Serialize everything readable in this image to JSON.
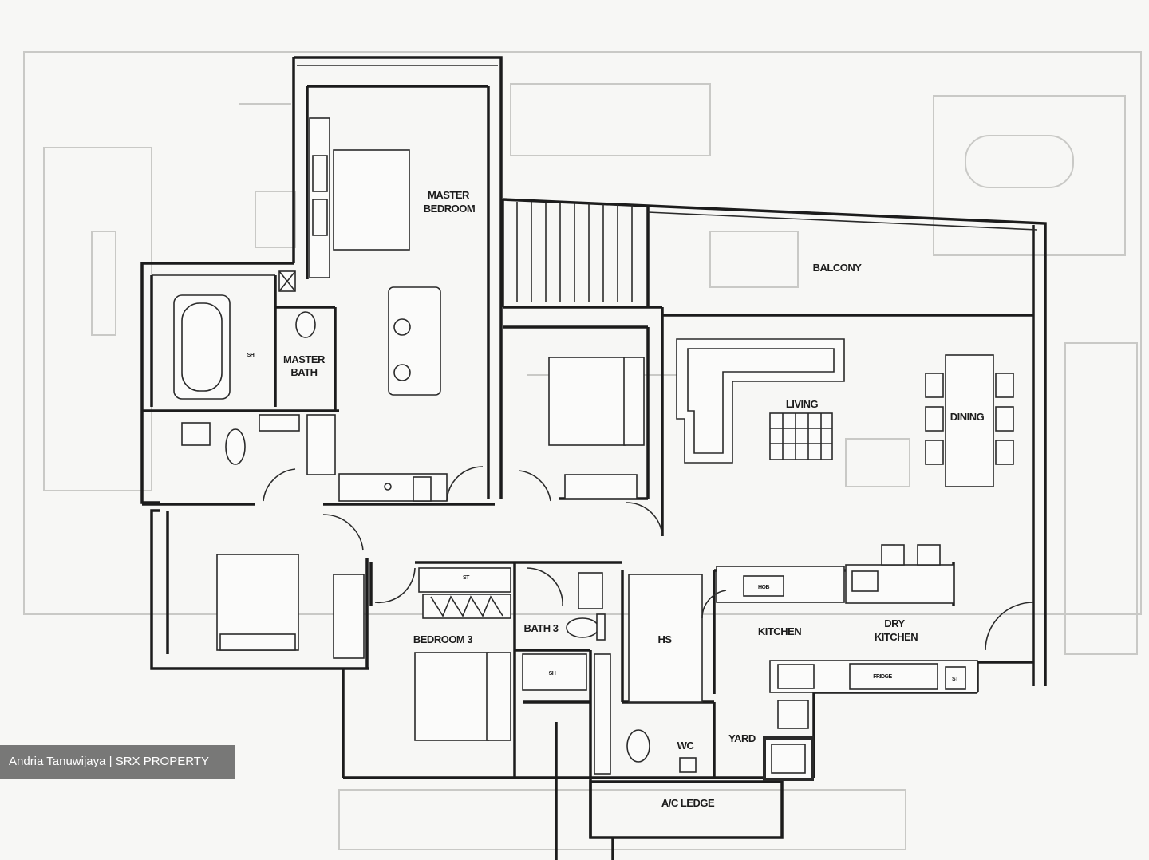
{
  "rooms": {
    "master_bedroom": [
      "MASTER",
      "BEDROOM"
    ],
    "master_bath": [
      "MASTER",
      "BATH"
    ],
    "balcony": "BALCONY",
    "living": "LIVING",
    "dining": "DINING",
    "bath_3": "BATH 3",
    "bedroom_3": "BEDROOM 3",
    "hs": "HS",
    "kitchen": "KITCHEN",
    "dry_kitchen": [
      "DRY",
      "KITCHEN"
    ],
    "wc": "WC",
    "yard": "YARD",
    "ac_ledge": "A/C LEDGE"
  },
  "fixtures": {
    "shower_master": "SH",
    "shower_bath3": "SH",
    "storage": "ST",
    "storage_kitchen": "ST",
    "hob": "HOB",
    "fridge": "FRIDGE"
  },
  "watermark": "Andria Tanuwijaya | SRX PROPERTY"
}
